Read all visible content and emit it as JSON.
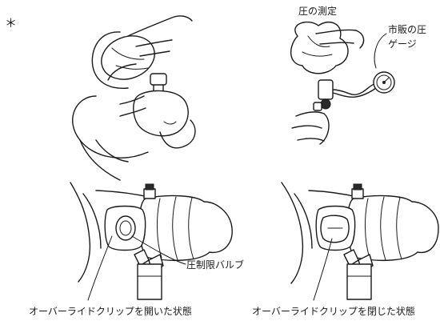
{
  "page": {
    "asterisk": "＊"
  },
  "panel_top_right": {
    "title": "圧の測定",
    "gauge_label_line1": "市販の圧",
    "gauge_label_line2": "ゲージ"
  },
  "panel_bottom": {
    "valve_label": "圧制限バルブ",
    "caption_open": "オーバーライドクリップを開いた状態",
    "caption_closed": "オーバーライドクリップを閉じた状態"
  }
}
